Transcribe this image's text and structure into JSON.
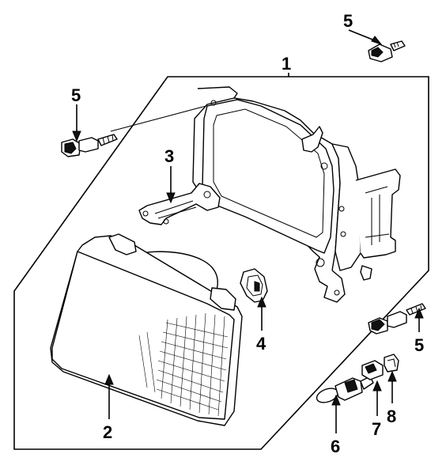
{
  "diagram": {
    "callouts": [
      {
        "id": "c1",
        "label": "1"
      },
      {
        "id": "c2",
        "label": "2"
      },
      {
        "id": "c3",
        "label": "3"
      },
      {
        "id": "c4",
        "label": "4"
      },
      {
        "id": "c5a",
        "label": "5"
      },
      {
        "id": "c5b",
        "label": "5"
      },
      {
        "id": "c5c",
        "label": "5"
      },
      {
        "id": "c6",
        "label": "6"
      },
      {
        "id": "c7",
        "label": "7"
      },
      {
        "id": "c8",
        "label": "8"
      }
    ],
    "parts": [
      {
        "id": "p1",
        "name": "headlamp-housing"
      },
      {
        "id": "p2",
        "name": "headlamp-lens"
      },
      {
        "id": "p3",
        "name": "mounting-bracket"
      },
      {
        "id": "p4",
        "name": "retaining-ring"
      },
      {
        "id": "p5",
        "name": "screw"
      },
      {
        "id": "p6",
        "name": "bulb"
      },
      {
        "id": "p7",
        "name": "socket"
      },
      {
        "id": "p8",
        "name": "clip"
      }
    ]
  }
}
